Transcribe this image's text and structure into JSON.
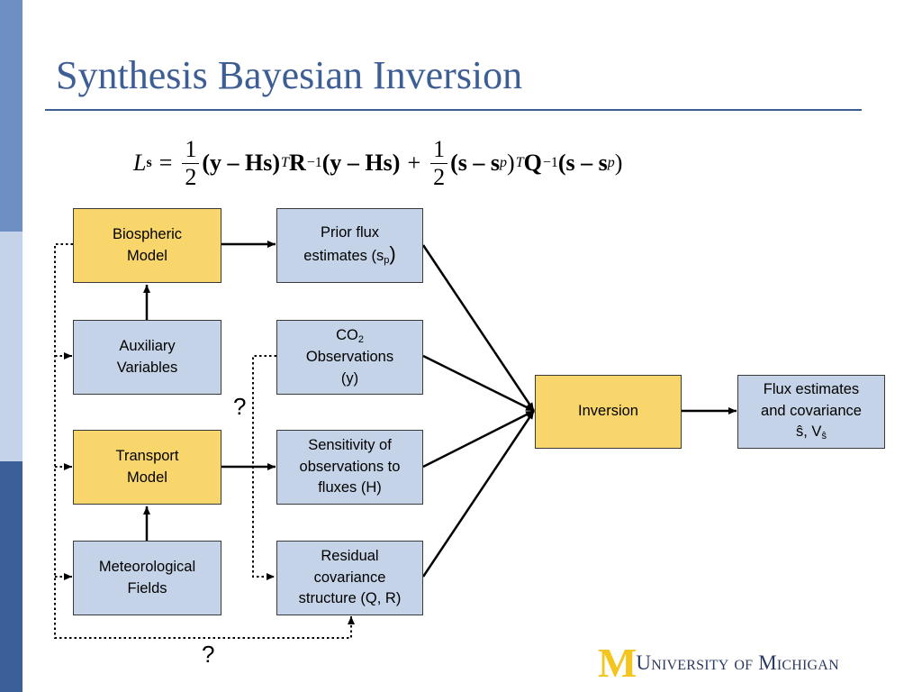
{
  "slide": {
    "title": "Synthesis Bayesian Inversion",
    "logo_text": "University of Michigan",
    "accent_color": "#3d5d95",
    "box_colors": {
      "model": "#f8d66b",
      "data": "#c5d3e8"
    }
  },
  "equation": {
    "lhs": "L",
    "lhs_sub": "s",
    "equals": "=",
    "half_num": "1",
    "half_den": "2",
    "term1_open": "(y – Hs)",
    "T": "T",
    "R": "R",
    "inv": "−1",
    "term1_close": "(y – Hs)",
    "plus": "+",
    "term2_open_a": "(s – s",
    "p": "p",
    "paren": ")",
    "Q": "Q",
    "term2_close_a": "(s – s"
  },
  "boxes": {
    "biospheric": {
      "line1": "Biospheric",
      "line2": "Model"
    },
    "auxiliary": {
      "line1": "Auxiliary",
      "line2": "Variables"
    },
    "transport": {
      "line1": "Transport",
      "line2": "Model"
    },
    "meteorological": {
      "line1": "Meteorological",
      "line2": "Fields"
    },
    "prior": {
      "line1": "Prior flux",
      "line2": "estimates (s",
      "sub": "p",
      "close": ")"
    },
    "co2": {
      "line1_main": "CO",
      "line1_sub": "2",
      "line2": "Observations",
      "line3": "(y)"
    },
    "sensitivity": {
      "line1": "Sensitivity of",
      "line2": "observations to",
      "line3": "fluxes (H)"
    },
    "residual": {
      "line1": "Residual",
      "line2": "covariance",
      "line3": "structure (Q, R)"
    },
    "inversion": {
      "label": "Inversion"
    },
    "flux": {
      "line1": "Flux estimates",
      "line2": "and covariance",
      "line3_main": "ŝ, V",
      "line3_sub": "ŝ"
    }
  },
  "question_marks": [
    "?",
    "?"
  ]
}
